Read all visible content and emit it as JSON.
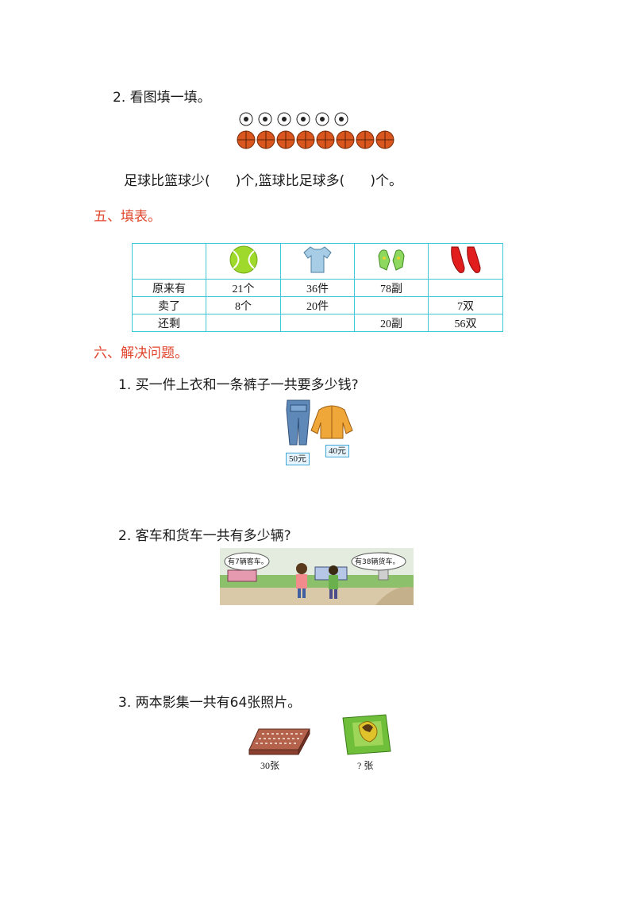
{
  "q2": {
    "title": "2. 看图填一填。",
    "sentence_a": "足球比篮球少(",
    "sentence_b": ")个,篮球比足球多(",
    "sentence_c": ")个。"
  },
  "section5": {
    "title": "五、填表。",
    "rows": [
      {
        "label": "原来有",
        "cells": [
          "21个",
          "36件",
          "78副",
          ""
        ]
      },
      {
        "label": "卖了",
        "cells": [
          "8个",
          "20件",
          "",
          "7双"
        ]
      },
      {
        "label": "还剩",
        "cells": [
          "",
          "",
          "20副",
          "56双"
        ]
      }
    ],
    "header_icons": [
      "tennis-ball-icon",
      "shirt-icon",
      "gloves-icon",
      "shoes-icon"
    ]
  },
  "section6": {
    "title": "六、解决问题。",
    "p1": {
      "question": "1. 买一件上衣和一条裤子一共要多少钱?",
      "price_pants": "50元",
      "price_jacket": "40元"
    },
    "p2": {
      "question": "2.  客车和货车一共有多少辆?",
      "bubble_left": "有7辆客车。",
      "bubble_right": "有38辆货车。"
    },
    "p3": {
      "question": "3. 两本影集一共有64张照片。",
      "album1_label": "30张",
      "album2_label": "? 张"
    }
  },
  "colors": {
    "section_red": "#e0452c",
    "table_border": "#3fc6d8"
  }
}
